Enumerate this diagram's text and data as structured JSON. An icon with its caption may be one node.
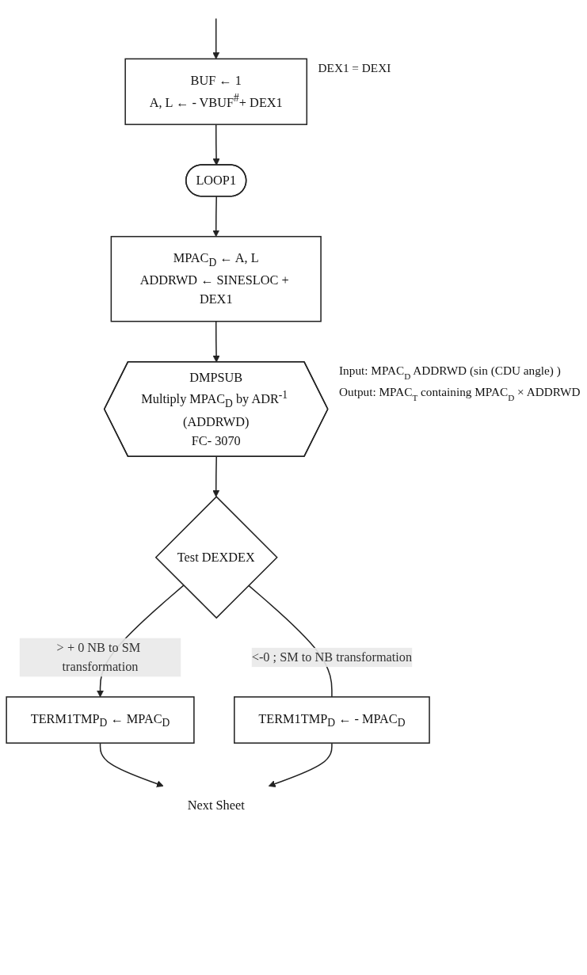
{
  "diagram": {
    "nodes": [
      {
        "text": [
          "BUF ← 1",
          "A, L ← - VBUF$^{#}$+ DEX1"
        ],
        "beside": [
          "DEX1 = DEXI"
        ]
      },
      {
        "text": [
          "LOOP1"
        ]
      },
      {
        "text": [
          "MPAC$_{D}$ ← A, L",
          "ADDRWD ← SINESLOC + DEX1"
        ]
      },
      {
        "text": [
          "DMPSUB",
          "Multiply MPAC$_{D}$ by ADR$^{-1}$ (ADDRWD)",
          "FC- 3070"
        ],
        "beside": [
          "Input: MPAC$_{D}$ ADDRWD (sin (CDU angle) )",
          "Output: MPAC$_{T}$ containing MPAC$_{D}$ × ADDRWD"
        ]
      },
      {
        "text": [
          "Test DEXDEX"
        ]
      },
      {
        "text": [
          "TERM1TMP$_{D}$ ← MPAC$_{D}$"
        ]
      },
      {
        "text": [
          "TERM1TMP$_{D}$ ← - MPAC$_{D}$"
        ]
      },
      {
        "text": [
          "Next Sheet"
        ]
      }
    ],
    "edges": [
      {
        "from": null,
        "to": 0,
        "arrow": "to"
      },
      {
        "from": 0,
        "to": 1,
        "arrow": "to"
      },
      {
        "from": 1,
        "to": 2,
        "arrow": "to"
      },
      {
        "from": 2,
        "to": 3,
        "arrow": "to"
      },
      {
        "from": 3,
        "to": 4,
        "arrow": "to"
      },
      {
        "from": 4,
        "to": 5,
        "arrow": "to",
        "label": "> + 0 NB to SM transformation"
      },
      {
        "from": 4,
        "to": 6,
        "arrow": "none",
        "label": "<-0 ; SM to NB transformation"
      },
      {
        "from": 5,
        "to": 7,
        "arrow": "to"
      },
      {
        "from": 6,
        "to": 7,
        "arrow": "to"
      }
    ]
  }
}
